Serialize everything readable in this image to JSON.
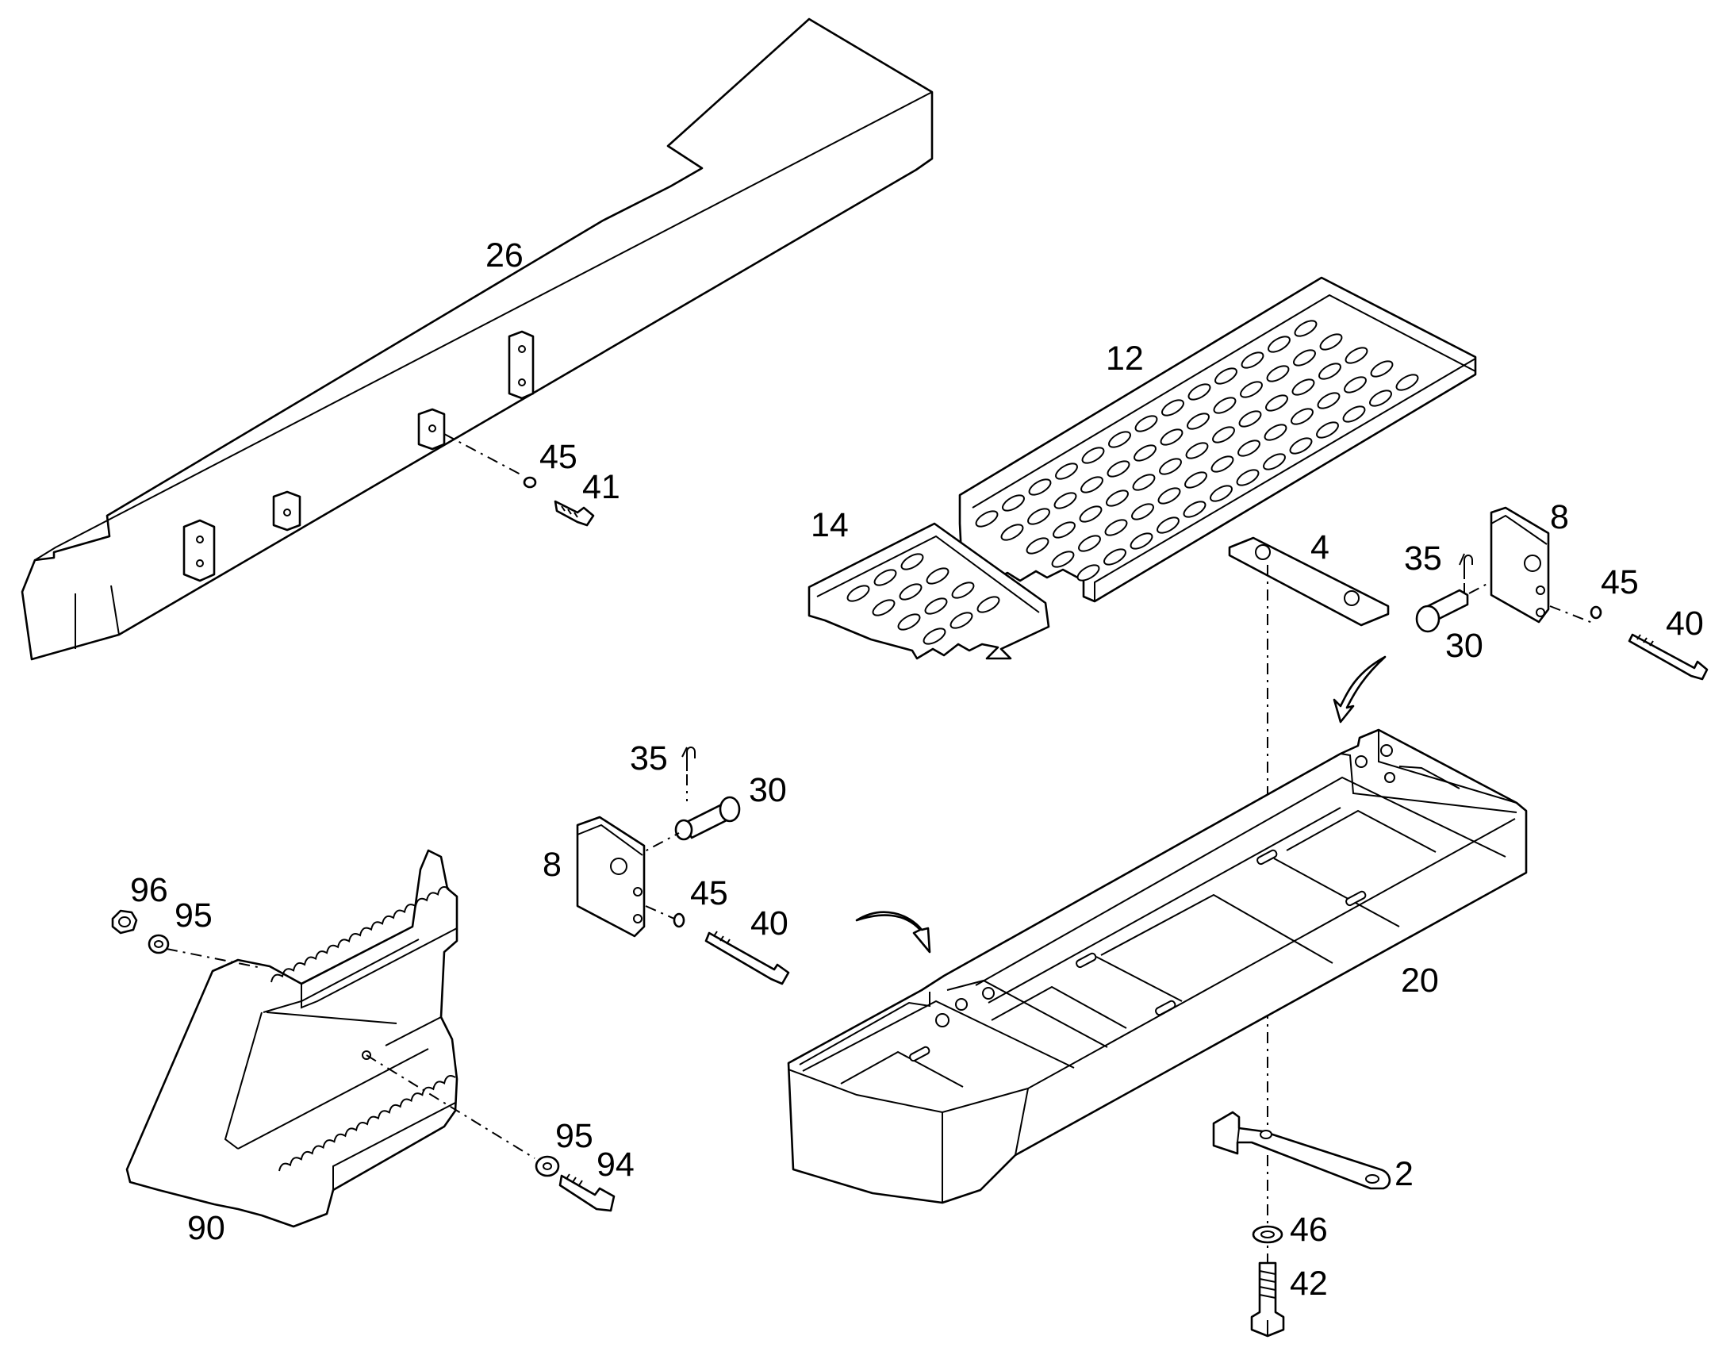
{
  "diagram": {
    "callouts": {
      "p26": "26",
      "p12": "12",
      "p14": "14",
      "p4": "4",
      "p35_right": "35",
      "p8_right": "8",
      "p45_right": "45",
      "p40_right": "40",
      "p30_right": "30",
      "p45_top": "45",
      "p41": "41",
      "p35_mid": "35",
      "p30_mid": "30",
      "p8_mid": "8",
      "p45_mid": "45",
      "p40_mid": "40",
      "p96": "96",
      "p95_top": "95",
      "p95_bottom": "95",
      "p94": "94",
      "p90": "90",
      "p20": "20",
      "p2": "2",
      "p46": "46",
      "p42": "42"
    }
  }
}
